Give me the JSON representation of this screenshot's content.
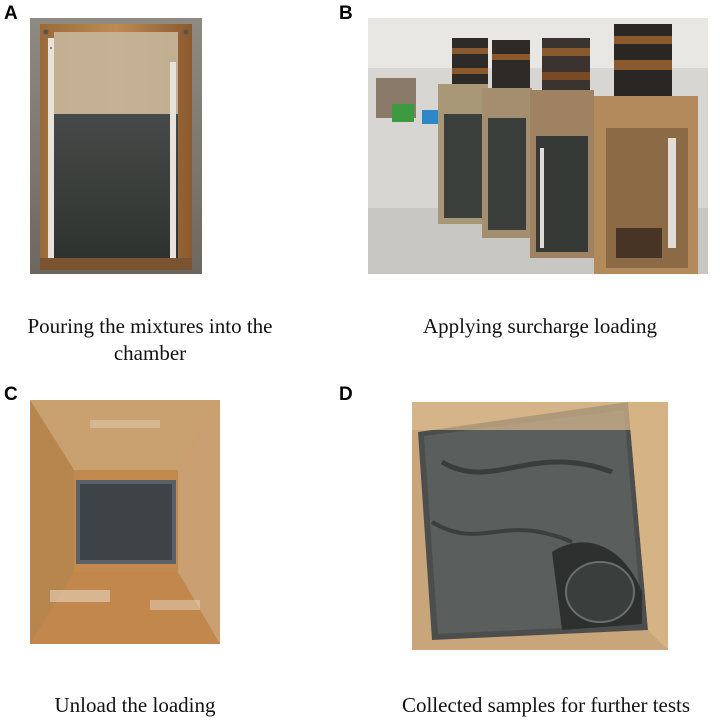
{
  "figure": {
    "panels": [
      {
        "letter": "A",
        "caption": "Pouring the mixtures into the chamber"
      },
      {
        "letter": "B",
        "caption": "Applying surcharge loading"
      },
      {
        "letter": "C",
        "caption": "Unload the loading"
      },
      {
        "letter": "D",
        "caption": "Collected samples for further tests"
      }
    ]
  }
}
